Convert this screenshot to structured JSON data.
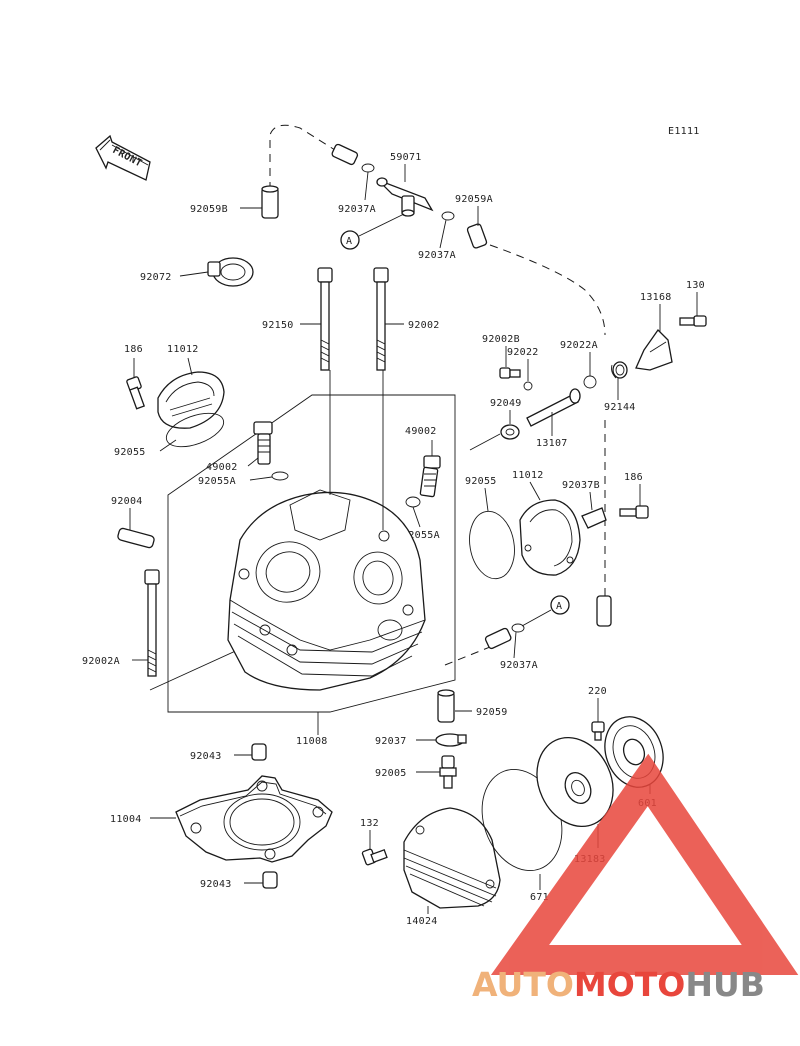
{
  "diagram": {
    "code": "E1111",
    "front_label": "FRONT",
    "ref_marker": "A",
    "labels": {
      "p59071": "59071",
      "p92059B": "92059B",
      "p92037A_top": "92037A",
      "p92059A": "92059A",
      "p92037A_mid": "92037A",
      "p92072": "92072",
      "p92150": "92150",
      "p92002": "92002",
      "p186_left": "186",
      "p11012_left": "11012",
      "p92055_left": "92055",
      "p49002_left": "49002",
      "p92055A_left": "92055A",
      "p49002_right": "49002",
      "p92055A_right": "92055A",
      "p92004": "92004",
      "p92002A": "92002A",
      "p11008": "11008",
      "p92002B": "92002B",
      "p92022": "92022",
      "p92022A": "92022A",
      "p13168": "13168",
      "p130": "130",
      "p92049": "92049",
      "p13107": "13107",
      "p92144": "92144",
      "p92055_right": "92055",
      "p11012_right": "11012",
      "p92037B": "92037B",
      "p186_right": "186",
      "p92037A_low": "92037A",
      "p92059": "92059",
      "p92043_top": "92043",
      "p92037": "92037",
      "p92005": "92005",
      "p220": "220",
      "p11004": "11004",
      "p132": "132",
      "p601": "601",
      "p13183": "13183",
      "p92043_bottom": "92043",
      "p14024": "14024",
      "p671": "671"
    }
  },
  "watermark": {
    "part1": "AUTO",
    "part2": "MOTO",
    "part3": "HUB",
    "color_light": "#f0b27a",
    "color_red": "#e8463c",
    "color_gray": "#888888"
  }
}
